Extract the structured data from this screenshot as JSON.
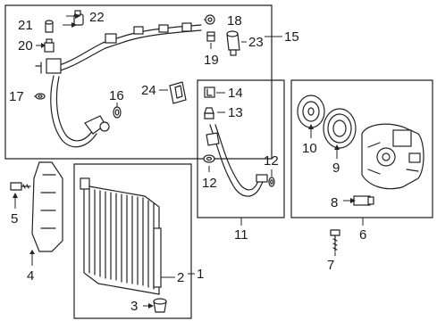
{
  "diagram": {
    "labels": {
      "l1": "1",
      "l2": "2",
      "l3": "3",
      "l4": "4",
      "l5": "5",
      "l6": "6",
      "l7": "7",
      "l8": "8",
      "l9": "9",
      "l10": "10",
      "l11": "11",
      "l12a": "12",
      "l12b": "12",
      "l13": "13",
      "l14": "14",
      "l15": "15",
      "l16": "16",
      "l17": "17",
      "l18": "18",
      "l19": "19",
      "l20": "20",
      "l21": "21",
      "l22": "22",
      "l23": "23",
      "l24": "24"
    }
  }
}
